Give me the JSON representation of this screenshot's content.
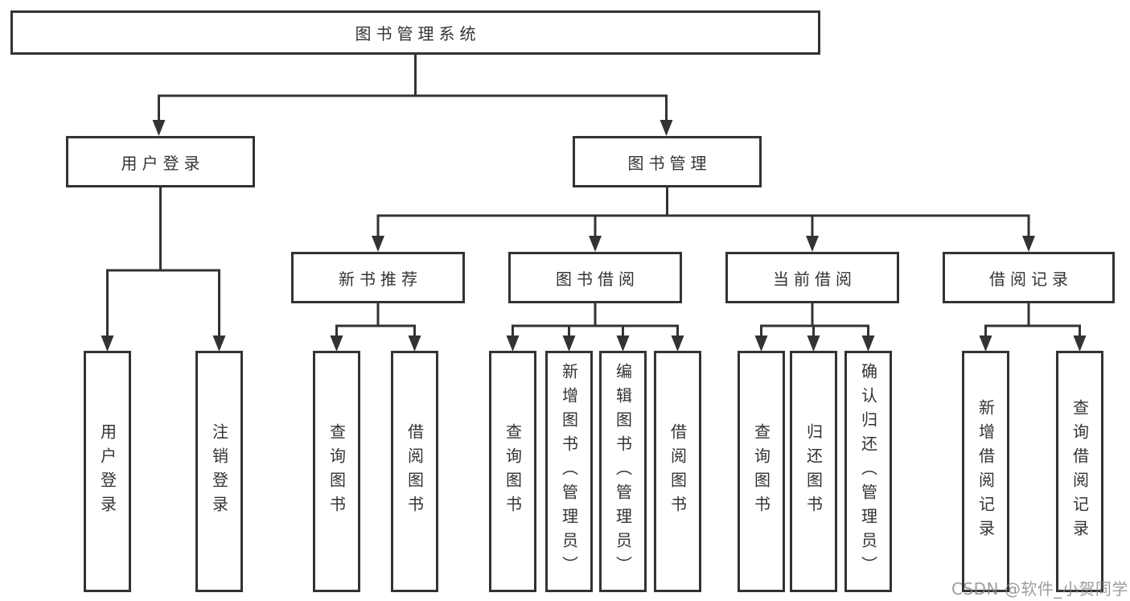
{
  "diagram": {
    "type": "tree",
    "root": {
      "label": "图书管理系统"
    },
    "level2": [
      {
        "label": "用户登录"
      },
      {
        "label": "图书管理"
      }
    ],
    "level3": [
      {
        "label": "新书推荐"
      },
      {
        "label": "图书借阅"
      },
      {
        "label": "当前借阅"
      },
      {
        "label": "借阅记录"
      }
    ],
    "leaves": {
      "user_login": [
        {
          "label": "用户登录"
        },
        {
          "label": "注销登录"
        }
      ],
      "new_book_recommend": [
        {
          "label": "查询图书"
        },
        {
          "label": "借阅图书"
        }
      ],
      "book_borrowing": [
        {
          "label": "查询图书"
        },
        {
          "label": "新增图书（管理员）"
        },
        {
          "label": "编辑图书（管理员）"
        },
        {
          "label": "借阅图书"
        }
      ],
      "current_borrowing": [
        {
          "label": "查询图书"
        },
        {
          "label": "归还图书"
        },
        {
          "label": "确认归还（管理员）"
        }
      ],
      "borrowing_records": [
        {
          "label": "新增借阅记录"
        },
        {
          "label": "查询借阅记录"
        }
      ]
    },
    "watermark": "CSDN @软件_小贺同学",
    "colors": {
      "line": "#333333",
      "text": "#333333",
      "background": "#ffffff",
      "watermark": "#a3a3a3"
    }
  }
}
